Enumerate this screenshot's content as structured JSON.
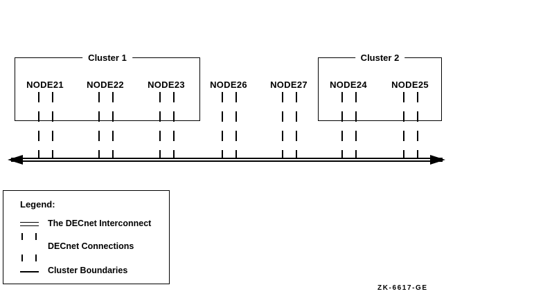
{
  "diagram": {
    "clusters": [
      {
        "label": "Cluster 1",
        "member_nodes": [
          "NODE21",
          "NODE22",
          "NODE23"
        ]
      },
      {
        "label": "Cluster 2",
        "member_nodes": [
          "NODE24",
          "NODE25"
        ]
      }
    ],
    "nodes": [
      {
        "label": "NODE21",
        "cluster": "Cluster 1"
      },
      {
        "label": "NODE22",
        "cluster": "Cluster 1"
      },
      {
        "label": "NODE23",
        "cluster": "Cluster 1"
      },
      {
        "label": "NODE26",
        "cluster": null
      },
      {
        "label": "NODE27",
        "cluster": null
      },
      {
        "label": "NODE24",
        "cluster": "Cluster 2"
      },
      {
        "label": "NODE25",
        "cluster": "Cluster 2"
      }
    ]
  },
  "legend": {
    "title": "Legend:",
    "items": [
      {
        "symbol": "double-line",
        "label": "The DECnet Interconnect"
      },
      {
        "symbol": "dashed-vertical-pair",
        "label": "DECnet Connections"
      },
      {
        "symbol": "solid-line",
        "label": "Cluster Boundaries"
      }
    ]
  },
  "footer": {
    "figure_code": "ZK-6617-GE"
  },
  "colors": {
    "ink": "#000000",
    "background": "#ffffff"
  }
}
